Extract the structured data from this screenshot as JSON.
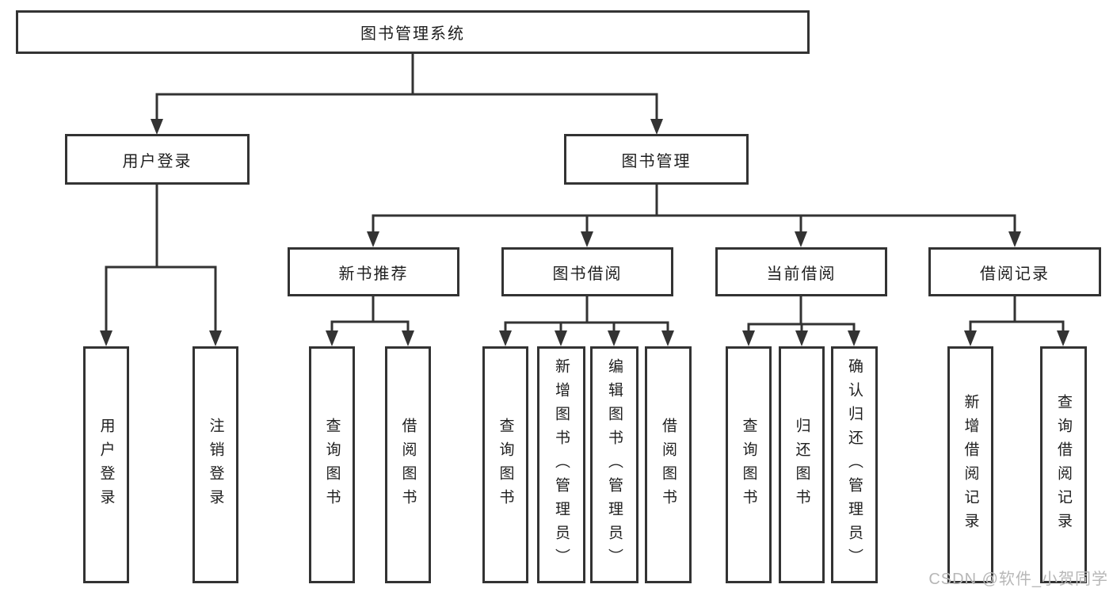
{
  "diagram": {
    "title": "图书管理系统",
    "branches": [
      {
        "label": "用户登录",
        "children": [
          "用户登录",
          "注销登录"
        ]
      },
      {
        "label": "图书管理",
        "groups": [
          {
            "label": "新书推荐",
            "children": [
              "查询图书",
              "借阅图书"
            ]
          },
          {
            "label": "图书借阅",
            "children": [
              "查询图书",
              "新增图书（管理员）",
              "编辑图书（管理员）",
              "借阅图书"
            ]
          },
          {
            "label": "当前借阅",
            "children": [
              "查询图书",
              "归还图书",
              "确认归还（管理员）"
            ]
          },
          {
            "label": "借阅记录",
            "children": [
              "新增借阅记录",
              "查询借阅记录"
            ]
          }
        ]
      }
    ]
  },
  "watermark": {
    "text": "CSDN @软件_小贺同学"
  },
  "colors": {
    "line": "#333333",
    "box_border": "#333333",
    "box_background": "#ffffff",
    "text": "#1e1e1e",
    "watermark": "#b7b7b7",
    "background": "#ffffff"
  }
}
